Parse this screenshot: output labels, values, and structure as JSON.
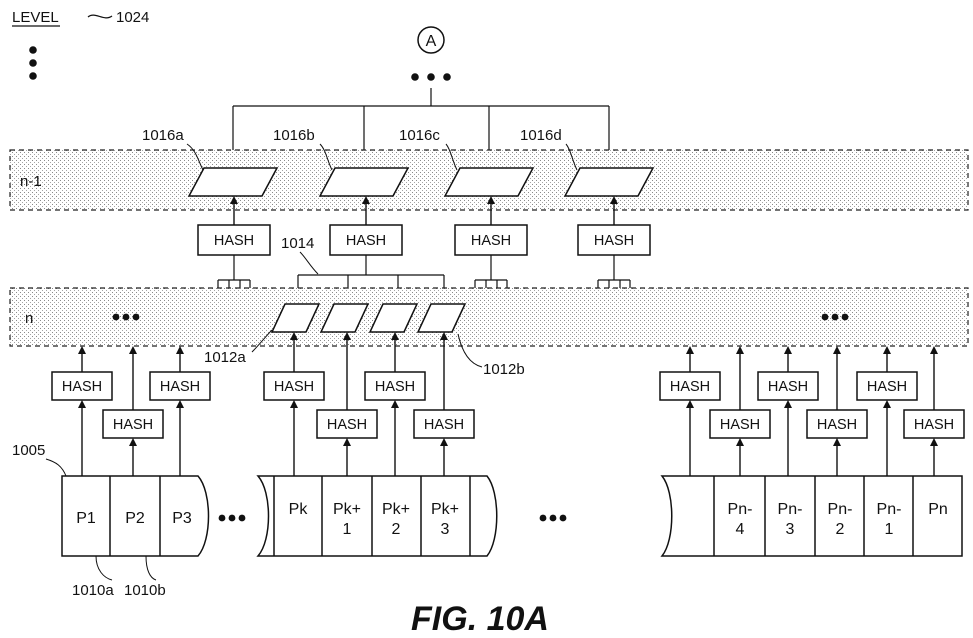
{
  "level": {
    "label": "LEVEL",
    "ref": "1024"
  },
  "connector": {
    "label": "A"
  },
  "levels": {
    "upper": "n-1",
    "lower": "n"
  },
  "upper_nodes": [
    "1016a",
    "1016b",
    "1016c",
    "1016d"
  ],
  "refs": {
    "group": "1014",
    "node_a": "1012a",
    "node_b": "1012b",
    "source": "1005",
    "part_a": "1010a",
    "part_b": "1010b"
  },
  "hash_label": "HASH",
  "segments": {
    "first": [
      [
        "P1"
      ],
      [
        "P2"
      ],
      [
        "P3"
      ]
    ],
    "middle": [
      [
        "Pk"
      ],
      [
        "Pk+",
        "1"
      ],
      [
        "Pk+",
        "2"
      ],
      [
        "Pk+",
        "3"
      ]
    ],
    "last": [
      [
        "Pn-",
        "4"
      ],
      [
        "Pn-",
        "3"
      ],
      [
        "Pn-",
        "2"
      ],
      [
        "Pn-",
        "1"
      ],
      [
        "Pn"
      ]
    ]
  },
  "caption": "FIG. 10A"
}
